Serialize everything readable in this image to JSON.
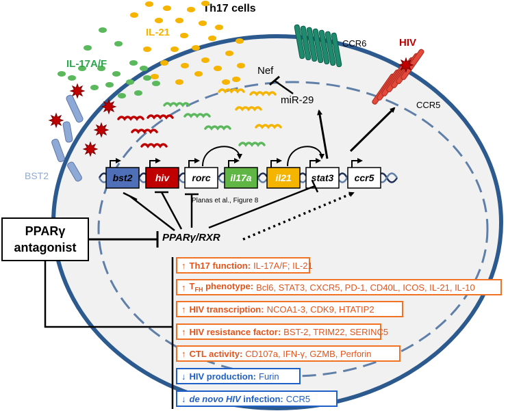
{
  "title": "Th17 cells",
  "receptors": {
    "ccr6": "CCR6",
    "ccr5": "CCR5",
    "bst2": "BST2",
    "hiv": "HIV"
  },
  "cytokines": {
    "il21": "IL-21",
    "il17": "IL-17A/F"
  },
  "regulators": {
    "nef": "Nef",
    "mir29": "miR-29",
    "ppar_rxr": "PPARγ/RXR"
  },
  "genes": [
    {
      "label": "bst2",
      "color": "#4f6fb8",
      "text_color": "#000000"
    },
    {
      "label": "hiv",
      "color": "#c00000",
      "text_color": "#ffffff"
    },
    {
      "label": "rorc",
      "color": "#ffffff",
      "text_color": "#000000"
    },
    {
      "label": "il17a",
      "color": "#5fb644",
      "text_color": "#ffffff"
    },
    {
      "label": "il21",
      "color": "#f5b400",
      "text_color": "#ffffff"
    },
    {
      "label": "stat3",
      "color": "#ffffff",
      "text_color": "#000000"
    },
    {
      "label": "ccr5",
      "color": "#ffffff",
      "text_color": "#000000"
    }
  ],
  "citation": "Planas et al., Figure 8",
  "antagonist": {
    "line1": "PPARγ",
    "line2": "antagonist"
  },
  "effects": [
    {
      "direction": "up",
      "arrow": "↑",
      "label": "Th17 function:",
      "items": "IL-17A/F; IL-21"
    },
    {
      "direction": "up",
      "arrow": "↑",
      "label_main": "T",
      "label_sub": "FH",
      "label_rest": " phenotype:",
      "items": "Bcl6, STAT3, CXCR5, PD-1, CD40L, ICOS, IL-21, IL-10"
    },
    {
      "direction": "up",
      "arrow": "↑",
      "label": "HIV transcription:",
      "items": "NCOA1-3, CDK9, HTATIP2"
    },
    {
      "direction": "up",
      "arrow": "↑",
      "label": "HIV resistance factor:",
      "items": "BST-2, TRIM22, SERINC5"
    },
    {
      "direction": "up",
      "arrow": "↑",
      "label": "CTL activity:",
      "items": "CD107a, IFN-γ, GZMB, Perforin"
    },
    {
      "direction": "down",
      "arrow": "↓",
      "label": "HIV production:",
      "items": "Furin"
    },
    {
      "direction": "down",
      "arrow": "↓",
      "label_ital": "de novo HIV",
      "label_rest": " infection:",
      "items": "CCR5"
    }
  ],
  "colors": {
    "membrane": "#2c5a8e",
    "cytoplasm": "#f1f1f2",
    "hiv_red": "#c00000",
    "il21_yellow": "#f5b400",
    "il17_green": "#5cb85c",
    "ccr6_teal": "#1e8a6e",
    "ccr5_red": "#e34a3c",
    "bst2_blue": "#8ea9d6",
    "up_orange": "#f07222",
    "down_blue": "#1f5fc8"
  }
}
